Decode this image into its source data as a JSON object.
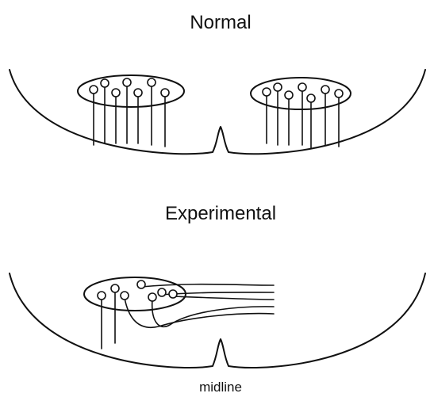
{
  "panels": {
    "normal": {
      "title": "Normal"
    },
    "experimental": {
      "title": "Experimental"
    }
  },
  "annotations": {
    "midline": "midline"
  },
  "colors": {
    "ink": "#111111",
    "background": "#ffffff"
  }
}
